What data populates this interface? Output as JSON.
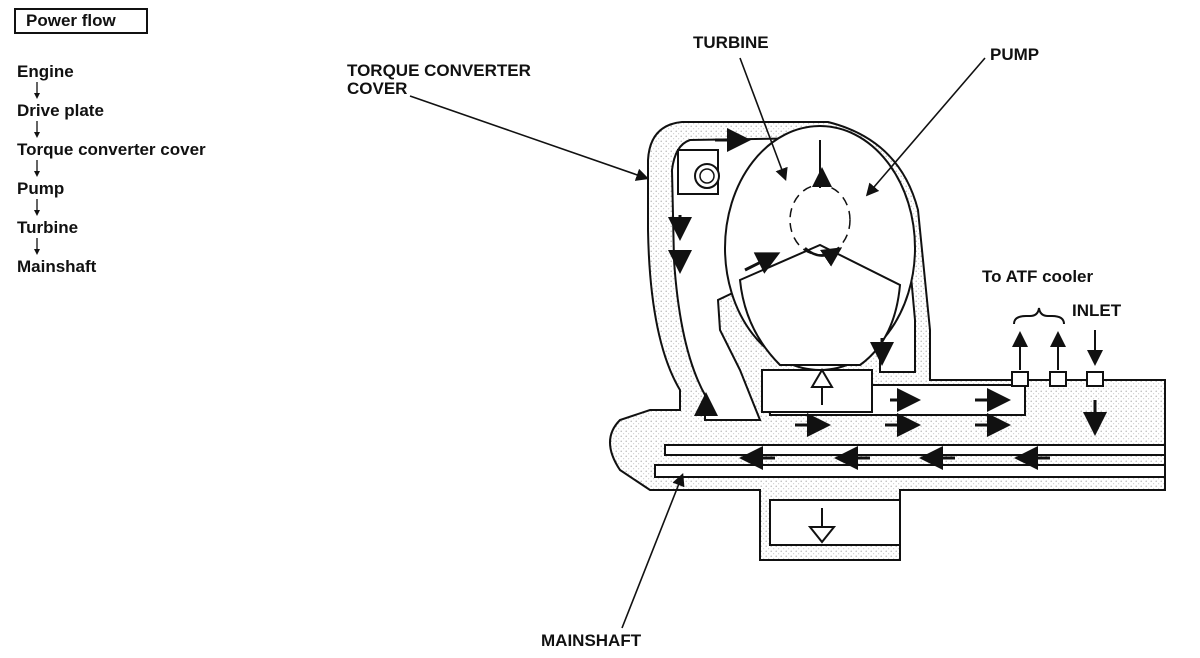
{
  "power_flow": {
    "title": "Power flow",
    "steps": [
      "Engine",
      "Drive plate",
      "Torque converter cover",
      "Pump",
      "Turbine",
      "Mainshaft"
    ]
  },
  "labels": {
    "turbine": "TURBINE",
    "pump": "PUMP",
    "torque_converter_cover_line1": "TORQUE CONVERTER",
    "torque_converter_cover_line2": "COVER",
    "to_atf_cooler": "To ATF cooler",
    "inlet": "INLET",
    "mainshaft": "MAINSHAFT"
  }
}
